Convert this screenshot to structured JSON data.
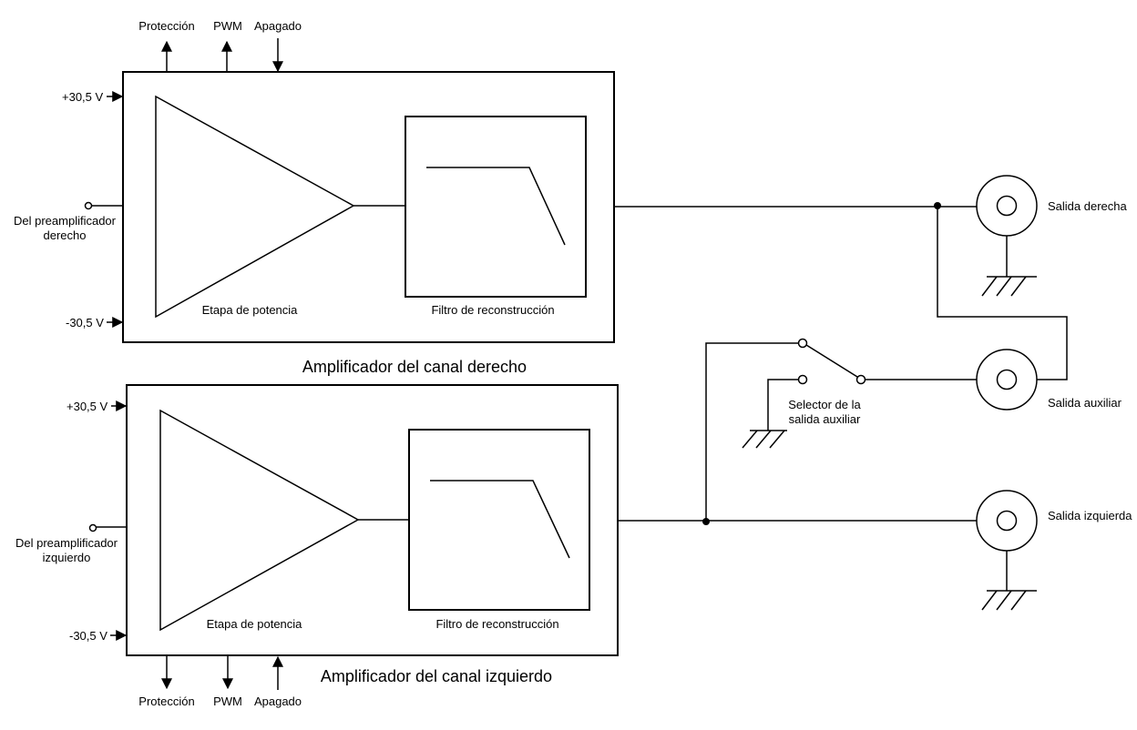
{
  "top_signals": {
    "proteccion": "Protección",
    "pwm": "PWM",
    "apagado": "Apagado"
  },
  "bottom_signals": {
    "proteccion": "Protección",
    "pwm": "PWM",
    "apagado": "Apagado"
  },
  "right_amp": {
    "title": "Amplificador del canal derecho",
    "supply_pos": "+30,5 V",
    "supply_neg": "-30,5 V",
    "input_line1": "Del preamplificador",
    "input_line2": "derecho",
    "power_stage": "Etapa de potencia",
    "filter": "Filtro de reconstrucción"
  },
  "left_amp": {
    "title": "Amplificador del canal izquierdo",
    "supply_pos": "+30,5 V",
    "supply_neg": "-30,5 V",
    "input_line1": "Del preamplificador",
    "input_line2": "izquierdo",
    "power_stage": "Etapa de potencia",
    "filter": "Filtro de reconstrucción"
  },
  "outputs": {
    "right": "Salida derecha",
    "aux": "Salida auxiliar",
    "left": "Salida izquierda"
  },
  "selector": {
    "line1": "Selector de la",
    "line2": "salida auxiliar"
  }
}
